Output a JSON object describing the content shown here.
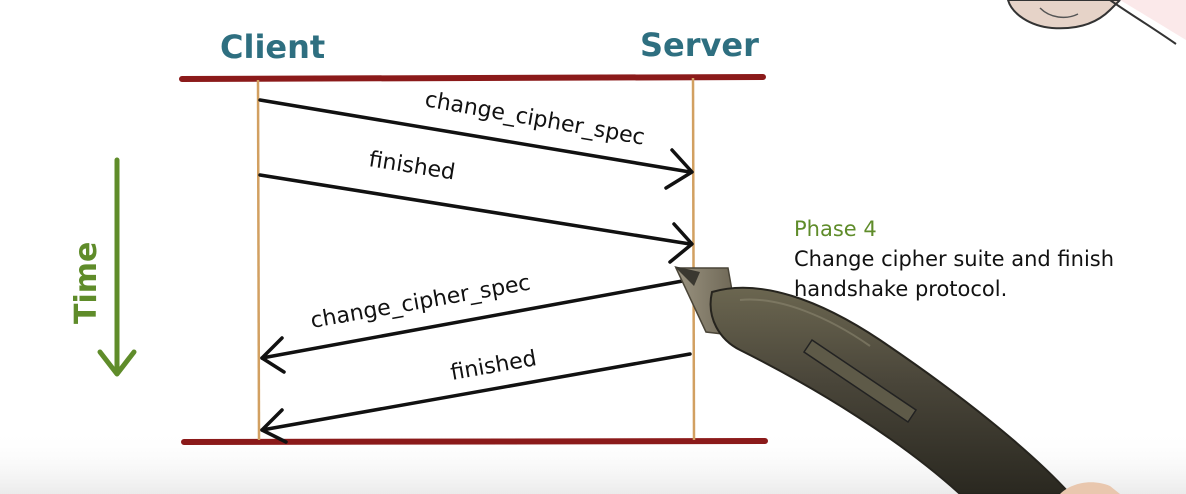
{
  "actors": {
    "client": "Client",
    "server": "Server"
  },
  "time_axis": {
    "label": "Time"
  },
  "messages": [
    {
      "label": "change_cipher_spec",
      "from": "client",
      "to": "server"
    },
    {
      "label": "finished",
      "from": "client",
      "to": "server"
    },
    {
      "label": "change_cipher_spec",
      "from": "server",
      "to": "client"
    },
    {
      "label": "finished",
      "from": "server",
      "to": "client"
    }
  ],
  "phase_note": {
    "title": "Phase 4",
    "line1": "Change cipher suite and finish",
    "line2": "handshake protocol."
  },
  "colors": {
    "actor_text": "#2e6f80",
    "boundary": "#8b1a1a",
    "lifeline": "#d2a061",
    "arrow": "#111111",
    "time": "#5f8c2a",
    "phase_title": "#5f8c2a",
    "note_text": "#111111"
  },
  "icons": {
    "pen": "stylus-pen-icon",
    "hand": "hand-icon"
  }
}
